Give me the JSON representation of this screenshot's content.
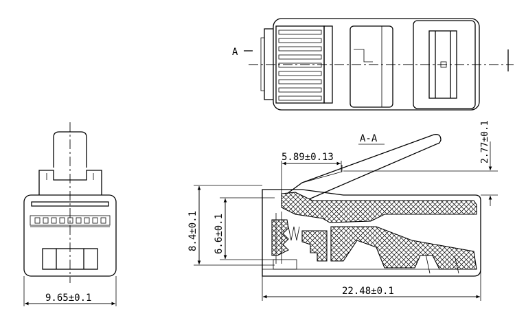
{
  "section_label": "A-A",
  "cut_marker": "A",
  "dimensions": {
    "front_width": "9.65±0.1",
    "overall_length": "22.48±0.1",
    "height_total": "8.4±0.1",
    "height_inner": "6.6±0.1",
    "latch_offset": "5.89±0.13",
    "latch_height": "2.77±0.1"
  }
}
